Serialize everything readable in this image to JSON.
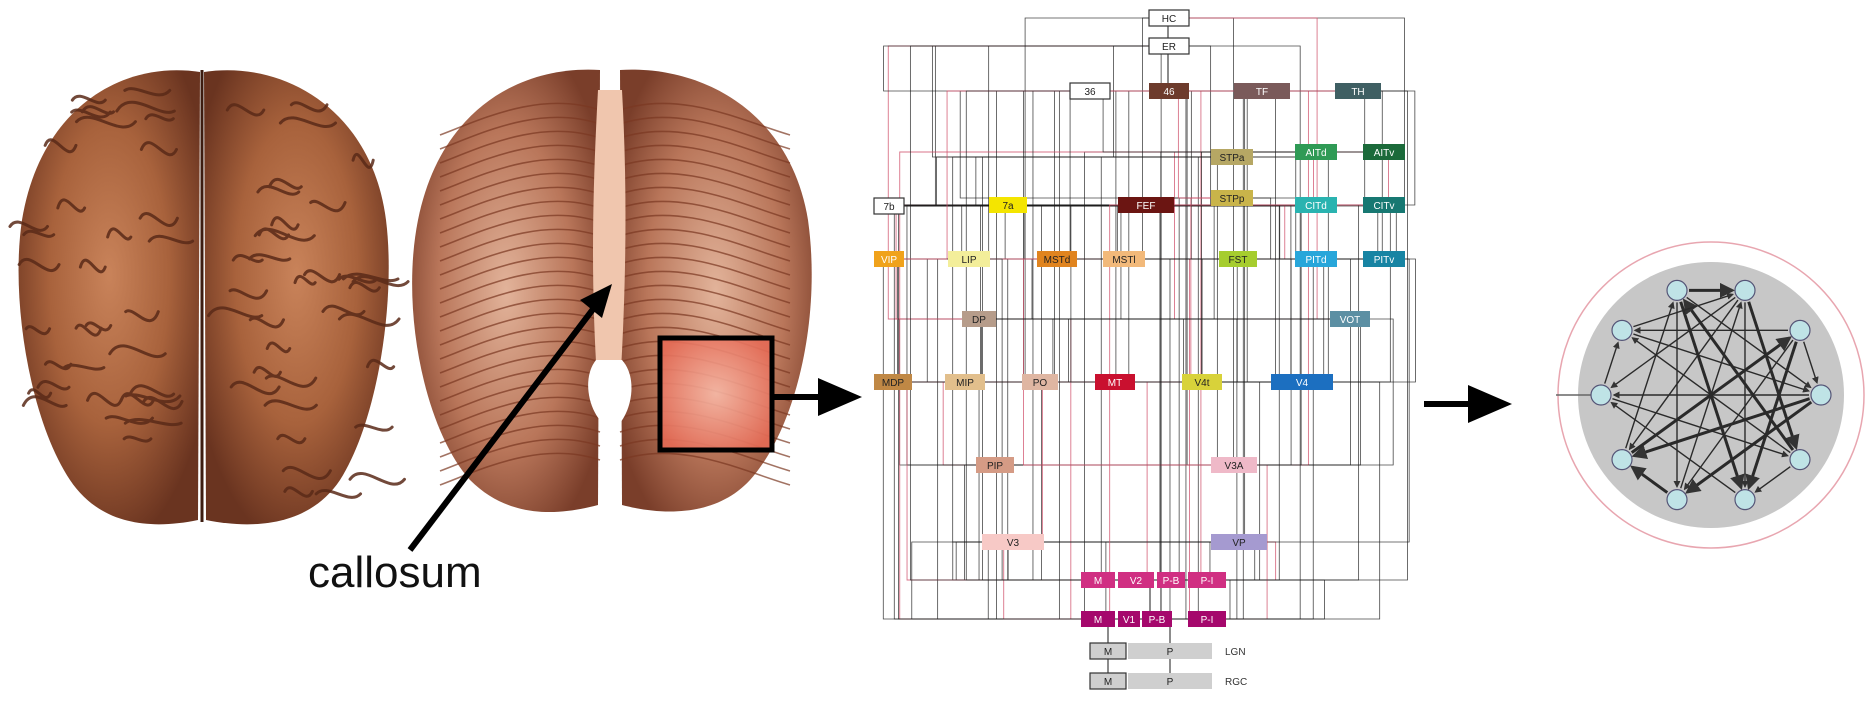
{
  "figure": {
    "callosum_label": "callosum",
    "box_color": "#000000"
  },
  "hierarchy": {
    "boxes": [
      {
        "id": "HC",
        "label": "HC",
        "fill": "#ffffff",
        "text": "#222222"
      },
      {
        "id": "ER",
        "label": "ER",
        "fill": "#ffffff",
        "text": "#222222"
      },
      {
        "id": "36",
        "label": "36",
        "fill": "#ffffff",
        "text": "#222222"
      },
      {
        "id": "46",
        "label": "46",
        "fill": "#6d3b2c",
        "text": "#ffffff"
      },
      {
        "id": "TF",
        "label": "TF",
        "fill": "#7a5a5a",
        "text": "#ffffff"
      },
      {
        "id": "TH",
        "label": "TH",
        "fill": "#3f5f63",
        "text": "#ffffff"
      },
      {
        "id": "STPa",
        "label": "STPa",
        "fill": "#b6a764",
        "text": "#222222"
      },
      {
        "id": "AITd",
        "label": "AITd",
        "fill": "#2f9a55",
        "text": "#ffffff"
      },
      {
        "id": "AITv",
        "label": "AITv",
        "fill": "#1b6a3a",
        "text": "#ffffff"
      },
      {
        "id": "7b",
        "label": "7b",
        "fill": "#ffffff",
        "text": "#222222"
      },
      {
        "id": "7a",
        "label": "7a",
        "fill": "#f4e500",
        "text": "#222222"
      },
      {
        "id": "FEF",
        "label": "FEF",
        "fill": "#6b1512",
        "text": "#ffffff"
      },
      {
        "id": "STPp",
        "label": "STPp",
        "fill": "#c9b44a",
        "text": "#222222"
      },
      {
        "id": "CITd",
        "label": "CITd",
        "fill": "#2ab3b0",
        "text": "#ffffff"
      },
      {
        "id": "CITv",
        "label": "CITv",
        "fill": "#177872",
        "text": "#ffffff"
      },
      {
        "id": "VIP",
        "label": "VIP",
        "fill": "#f0a21b",
        "text": "#ffffff"
      },
      {
        "id": "LIP",
        "label": "LIP",
        "fill": "#f3ee9a",
        "text": "#222222"
      },
      {
        "id": "MSTd",
        "label": "MSTd",
        "fill": "#e0841f",
        "text": "#222222"
      },
      {
        "id": "MSTl",
        "label": "MSTl",
        "fill": "#f2b97a",
        "text": "#222222"
      },
      {
        "id": "FST",
        "label": "FST",
        "fill": "#a6cd2e",
        "text": "#222222"
      },
      {
        "id": "PITd",
        "label": "PITd",
        "fill": "#28a6da",
        "text": "#ffffff"
      },
      {
        "id": "PITv",
        "label": "PITv",
        "fill": "#1784a3",
        "text": "#ffffff"
      },
      {
        "id": "DP",
        "label": "DP",
        "fill": "#b69c8a",
        "text": "#222222"
      },
      {
        "id": "VOT",
        "label": "VOT",
        "fill": "#5c8fa3",
        "text": "#ffffff"
      },
      {
        "id": "MDP",
        "label": "MDP",
        "fill": "#c08845",
        "text": "#222222"
      },
      {
        "id": "MIP",
        "label": "MIP",
        "fill": "#e2bf8c",
        "text": "#222222"
      },
      {
        "id": "PO",
        "label": "PO",
        "fill": "#dfb6a2",
        "text": "#222222"
      },
      {
        "id": "MT",
        "label": "MT",
        "fill": "#c9102f",
        "text": "#ffffff"
      },
      {
        "id": "V4t",
        "label": "V4t",
        "fill": "#d8d23a",
        "text": "#222222"
      },
      {
        "id": "V4",
        "label": "V4",
        "fill": "#1c6fc0",
        "text": "#ffffff"
      },
      {
        "id": "PIP",
        "label": "PIP",
        "fill": "#d59b85",
        "text": "#222222"
      },
      {
        "id": "V3A",
        "label": "V3A",
        "fill": "#efb9c8",
        "text": "#222222"
      },
      {
        "id": "V3",
        "label": "V3",
        "fill": "#f7c9c6",
        "text": "#222222"
      },
      {
        "id": "VP",
        "label": "VP",
        "fill": "#a59ad0",
        "text": "#222222"
      },
      {
        "id": "V2M",
        "label": "M",
        "fill": "#d02f82",
        "text": "#ffffff"
      },
      {
        "id": "V2",
        "label": "V2",
        "fill": "#d02f82",
        "text": "#ffffff"
      },
      {
        "id": "V2PB",
        "label": "P-B",
        "fill": "#d02f82",
        "text": "#ffffff"
      },
      {
        "id": "V2PI",
        "label": "P-I",
        "fill": "#d02f82",
        "text": "#ffffff"
      },
      {
        "id": "V1M",
        "label": "M",
        "fill": "#a5086c",
        "text": "#ffffff"
      },
      {
        "id": "V1",
        "label": "V1",
        "fill": "#a5086c",
        "text": "#ffffff"
      },
      {
        "id": "V1PB",
        "label": "P-B",
        "fill": "#a5086c",
        "text": "#ffffff"
      },
      {
        "id": "V1PI",
        "label": "P-I",
        "fill": "#a5086c",
        "text": "#ffffff"
      },
      {
        "id": "LGNM",
        "label": "M",
        "fill": "#cfcfcf",
        "text": "#222222"
      },
      {
        "id": "LGNP",
        "label": "P",
        "fill": "#cfcfcf",
        "text": "#222222"
      },
      {
        "id": "RGCM",
        "label": "M",
        "fill": "#cfcfcf",
        "text": "#222222"
      },
      {
        "id": "RGCP",
        "label": "P",
        "fill": "#cfcfcf",
        "text": "#222222"
      }
    ],
    "side_labels": [
      "LGN",
      "RGC"
    ],
    "line_color": "#1a1a1a",
    "accent_line_color": "#d0506a"
  },
  "network": {
    "node_count": 10,
    "node_fill": "#bfe3e6",
    "disc_fill": "#c7c7c7",
    "ring_color": "#e8a6b0",
    "edges": [
      [
        0,
        5
      ],
      [
        0,
        6
      ],
      [
        0,
        3
      ],
      [
        1,
        4
      ],
      [
        1,
        7
      ],
      [
        1,
        8
      ],
      [
        2,
        5
      ],
      [
        2,
        6
      ],
      [
        2,
        9
      ],
      [
        3,
        7
      ],
      [
        3,
        8
      ],
      [
        4,
        9
      ],
      [
        4,
        0
      ],
      [
        5,
        8
      ],
      [
        6,
        1
      ],
      [
        7,
        2
      ],
      [
        8,
        4
      ],
      [
        9,
        3
      ],
      [
        0,
        1
      ],
      [
        2,
        3
      ],
      [
        4,
        5
      ],
      [
        6,
        7
      ],
      [
        8,
        9
      ],
      [
        1,
        5
      ],
      [
        3,
        6
      ],
      [
        7,
        0
      ],
      [
        9,
        1
      ]
    ]
  }
}
